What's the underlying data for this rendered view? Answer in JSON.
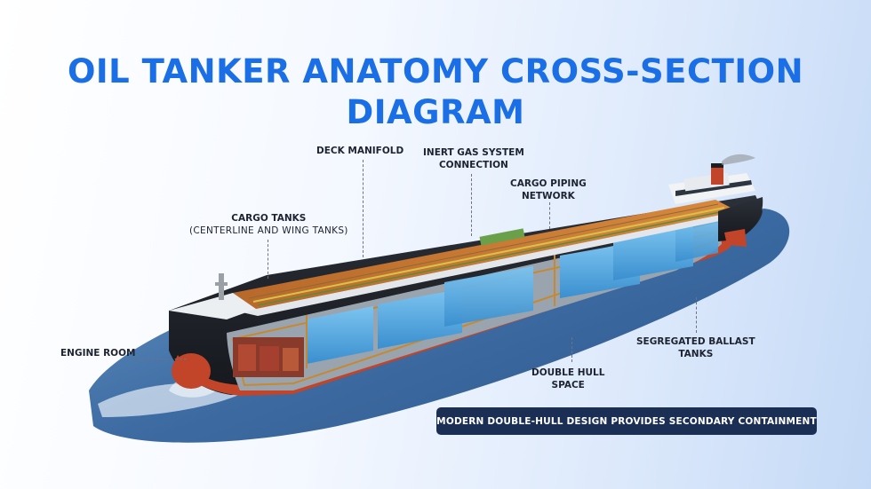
{
  "title": {
    "line1": "OIL TANKER ANATOMY CROSS-SECTION",
    "line2": "DIAGRAM"
  },
  "labels": {
    "deck_manifold": "DECK MANIFOLD",
    "inert_gas_line1": "INERT GAS SYSTEM",
    "inert_gas_line2": "CONNECTION",
    "cargo_piping_line1": "CARGO PIPING",
    "cargo_piping_line2": "NETWORK",
    "cargo_tanks_line1": "CARGO TANKS",
    "cargo_tanks_line2": "(CENTERLINE AND WING TANKS)",
    "engine_room": "ENGINE ROOM",
    "ballast_line1": "SEGREGATED BALLAST",
    "ballast_line2": "TANKS",
    "double_hull_line1": "DOUBLE HULL",
    "double_hull_line2": "SPACE"
  },
  "banner": "MODERN DOUBLE-HULL DESIGN PROVIDES SECONDARY CONTAINMENT",
  "colors": {
    "title": "#1a6fe6",
    "banner_bg": "#1b2f55",
    "deck": "#c9772f",
    "hull_red": "#c2452a",
    "hull_dark": "#23272e",
    "tank_blue": "#4aa3de",
    "water": "#2f6aa8"
  }
}
